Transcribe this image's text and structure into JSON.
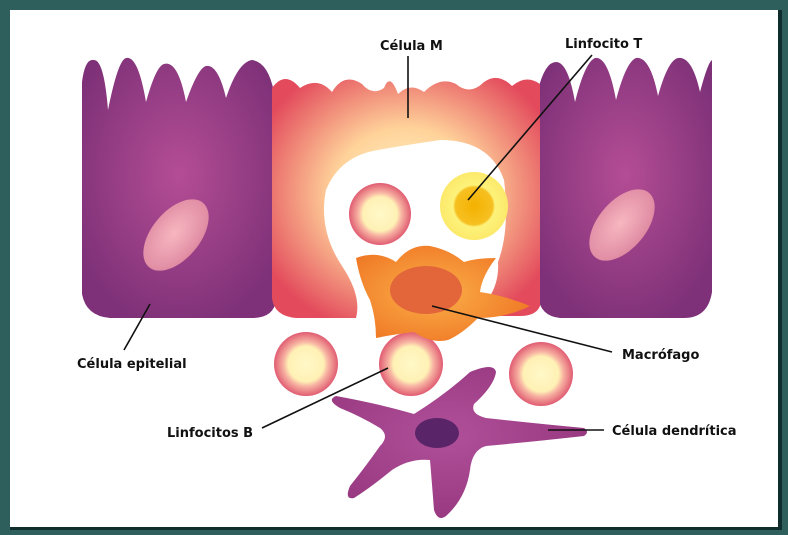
{
  "labels": {
    "m_cell": "Célula M",
    "t_lymphocyte": "Linfocito T",
    "epithelial_cell": "Célula epitelial",
    "macrophage": "Macrófago",
    "b_lymphocytes": "Linfocitos B",
    "dendritic_cell": "Célula dendrítica"
  },
  "colors": {
    "background": "#2f5f5d",
    "epithelial": "#8e3d84",
    "epithelial_nucleus": "#e99aa9",
    "m_cell_edge": "#e85a5f",
    "m_cell_center": "#ffe0a8",
    "t_cell": "#f2b400",
    "b_cell_ring": "#e4697a",
    "b_cell_core": "#fff6c2",
    "macrophage": "#f07d2c",
    "dendritic": "#a2428c",
    "dendritic_nucleus": "#5a2468"
  }
}
